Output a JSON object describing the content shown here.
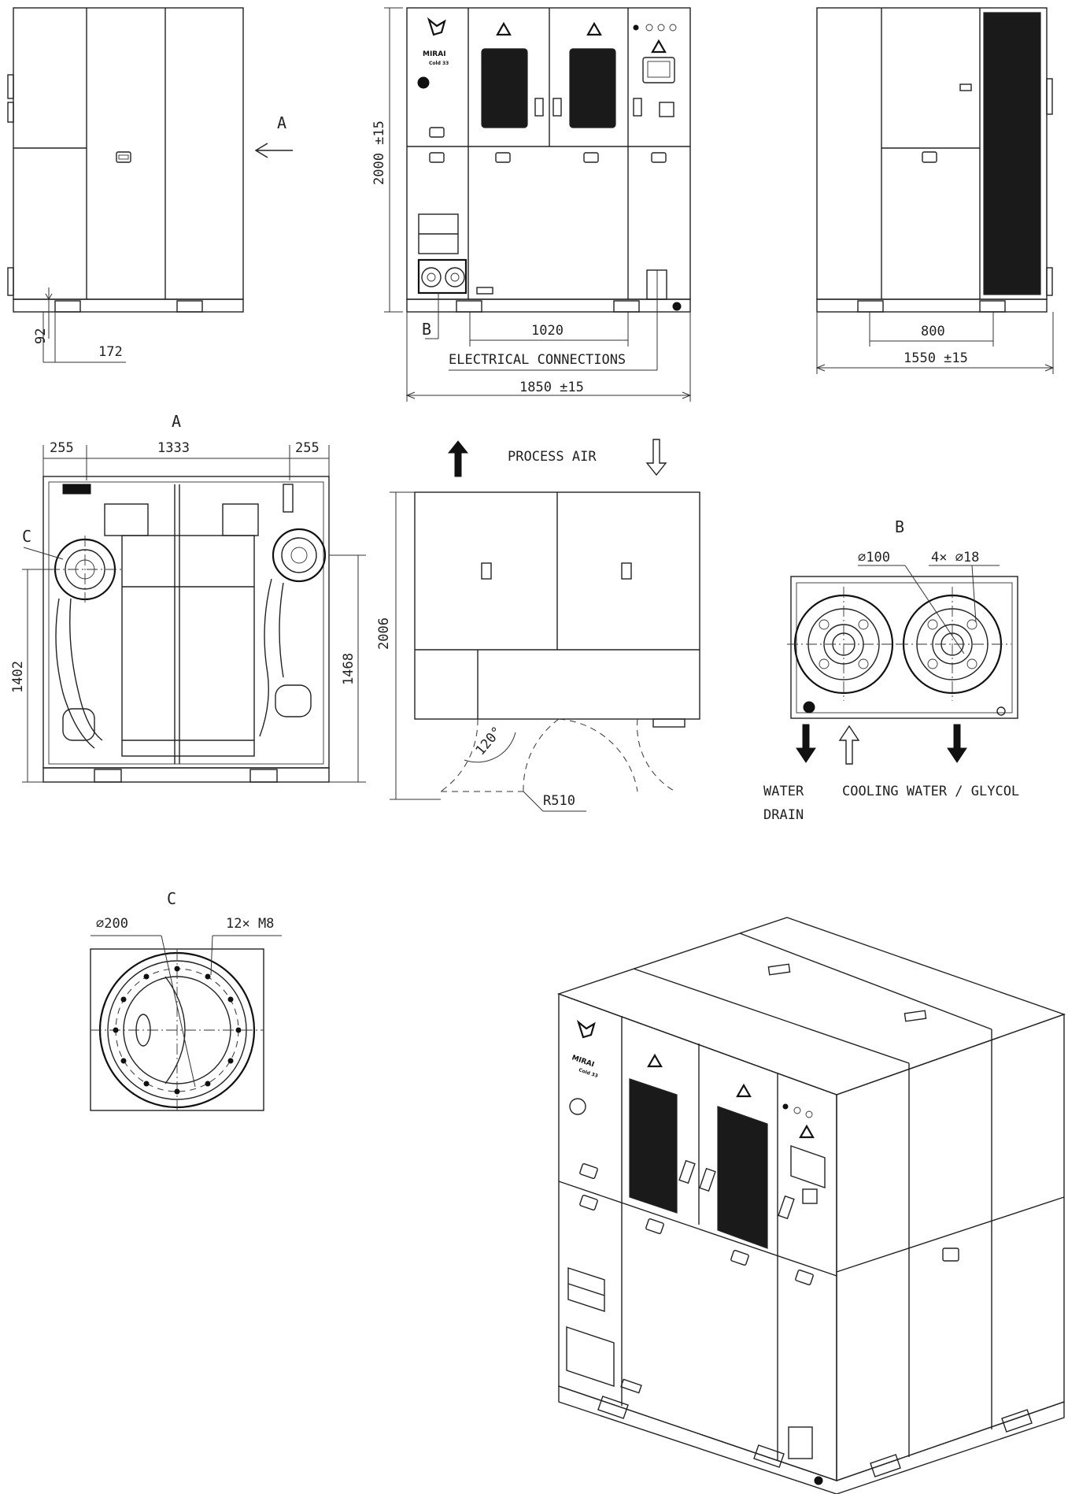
{
  "views": {
    "top_center": {
      "height_dim": "2000 ±15",
      "width_dim": "1850 ±15",
      "inner_dim": "1020",
      "elec_label": "ELECTRICAL CONNECTIONS",
      "detail_ref": "B",
      "logo_text": "MIRAI",
      "logo_sub": "Cold 33"
    },
    "top_left": {
      "arrow_label": "A",
      "dim_vert": "92",
      "dim_horiz": "172"
    },
    "top_right": {
      "inner_dim": "800",
      "width_dim": "1550 ±15"
    },
    "view_a": {
      "title": "A",
      "dim_left": "255",
      "dim_mid": "1333",
      "dim_right": "255",
      "dim_h_left": "1402",
      "dim_h_right": "1468",
      "detail_ref": "C"
    },
    "plan": {
      "label": "PROCESS AIR",
      "dim_depth": "2006",
      "angle": "120°",
      "radius": "R510"
    },
    "detail_b": {
      "title": "B",
      "dia_1": "⌀100",
      "dia_2": "4× ⌀18",
      "water_drain_1": "WATER",
      "water_drain_2": "DRAIN",
      "cooling": "COOLING WATER / GLYCOL"
    },
    "detail_c": {
      "title": "C",
      "dia": "⌀200",
      "bolts": "12× M8"
    },
    "iso": {
      "logo_text": "MIRAI",
      "logo_sub": "Cold 33"
    }
  }
}
